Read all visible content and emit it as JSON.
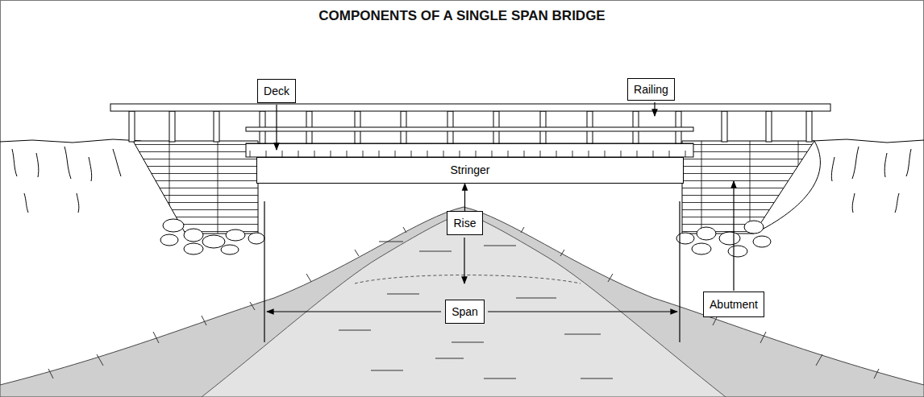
{
  "diagram": {
    "title": "COMPONENTS OF A SINGLE SPAN BRIDGE",
    "nodes": [
      {
        "text": [
          "Deck"
        ]
      },
      {
        "text": [
          "Railing"
        ]
      },
      {
        "text": [
          "Stringer"
        ]
      },
      {
        "text": [
          "Rise"
        ]
      },
      {
        "text": [
          "Span"
        ]
      },
      {
        "text": [
          "Abutment"
        ]
      }
    ],
    "edges": [
      {
        "from": 3,
        "to": 2,
        "arrow": "to"
      }
    ]
  }
}
